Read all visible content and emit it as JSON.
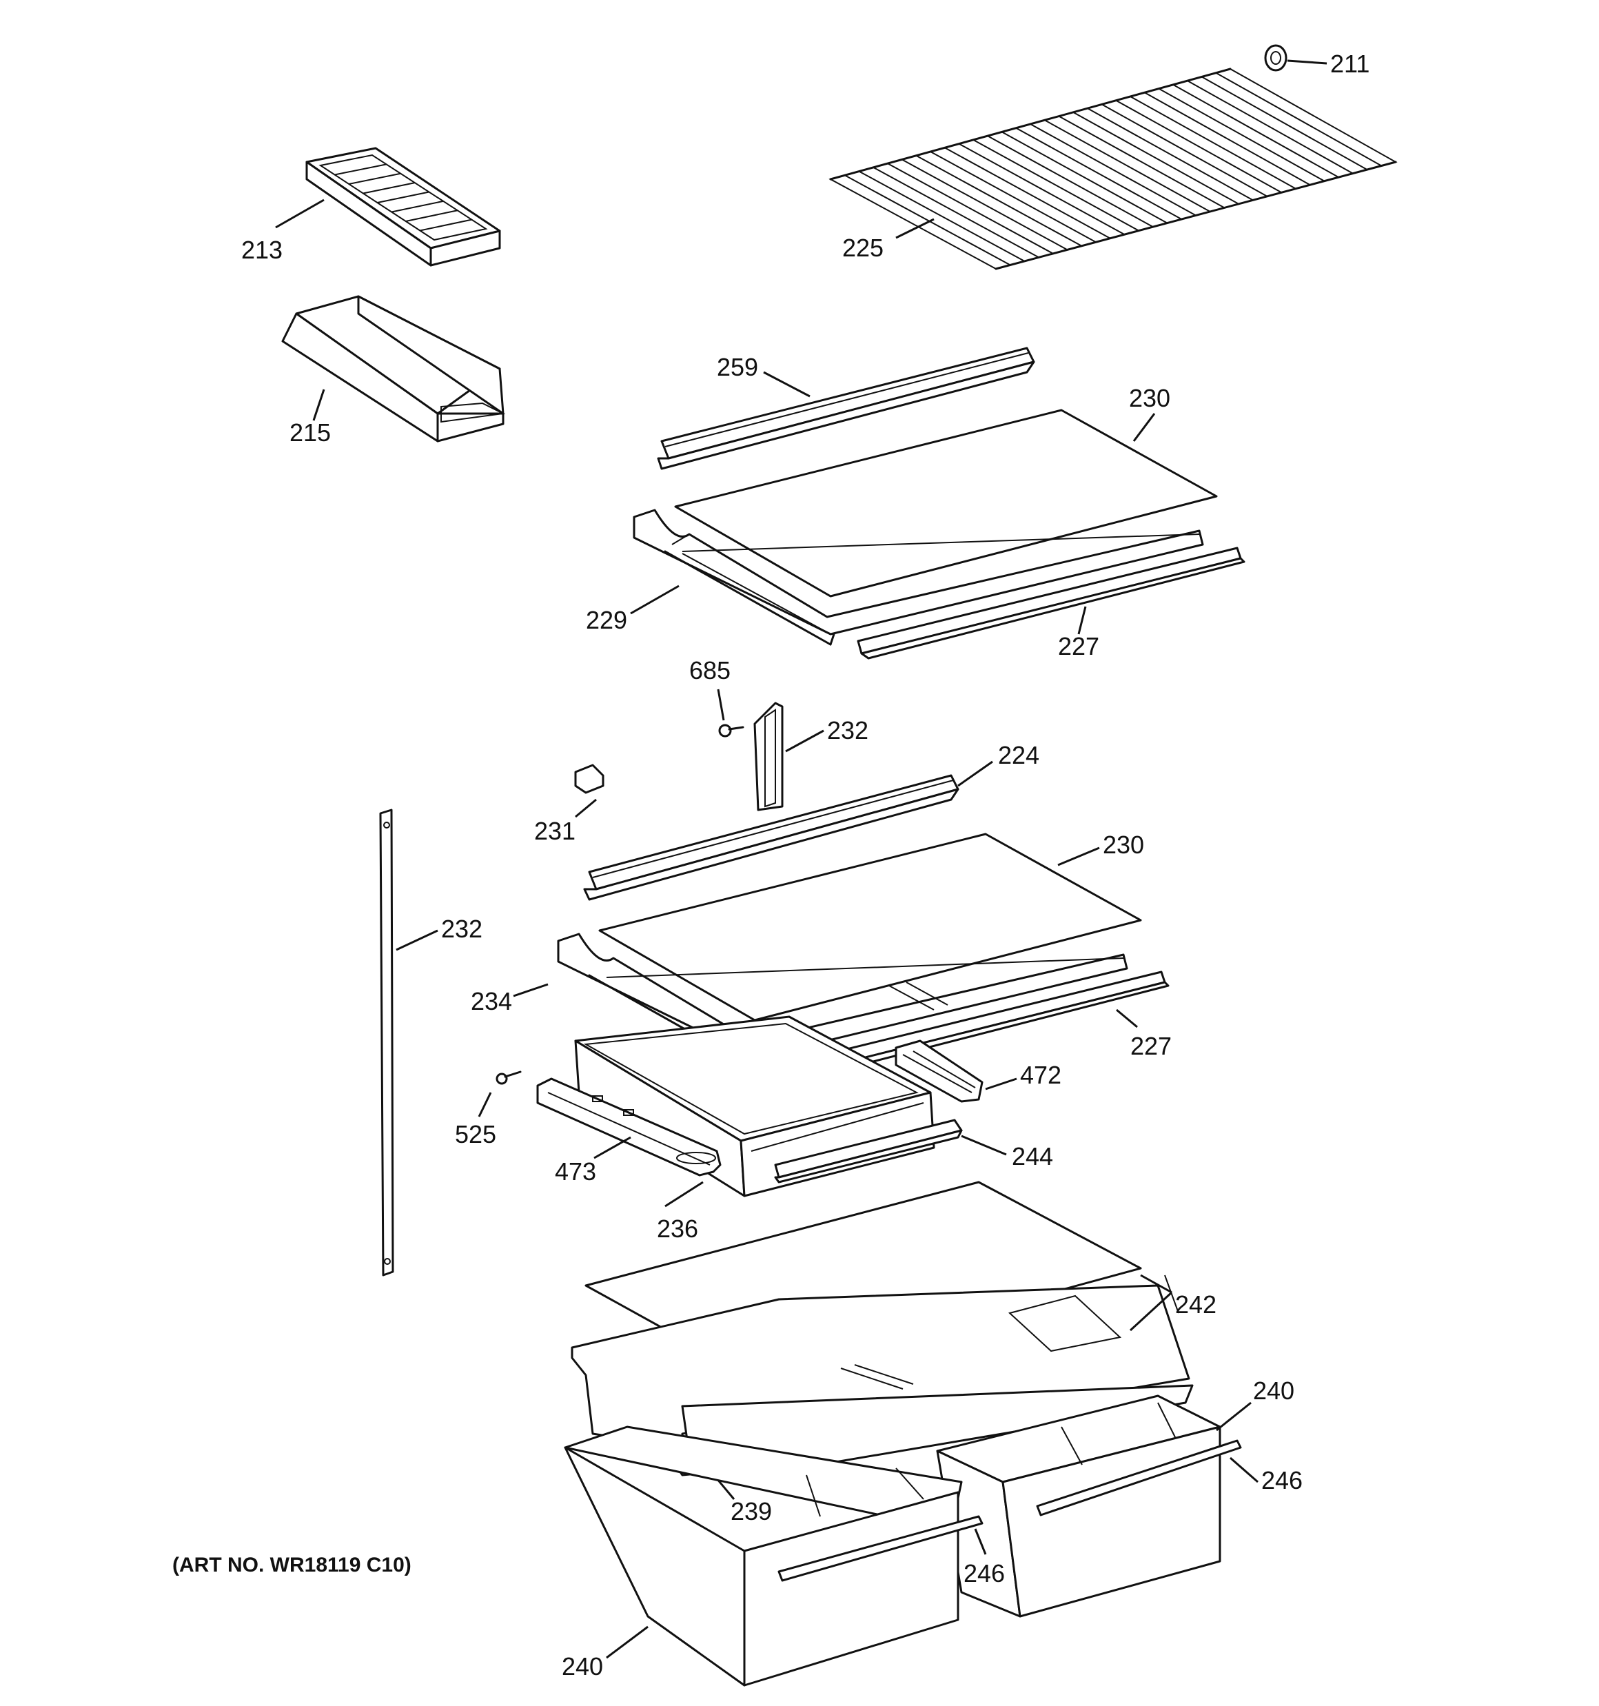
{
  "art_number": "(ART NO. WR18119 C10)",
  "callouts": {
    "c211": "211",
    "c213": "213",
    "c215": "215",
    "c225": "225",
    "c259": "259",
    "c230a": "230",
    "c229": "229",
    "c227a": "227",
    "c685": "685",
    "c232a": "232",
    "c224": "224",
    "c231": "231",
    "c230b": "230",
    "c232b": "232",
    "c234": "234",
    "c227b": "227",
    "c525": "525",
    "c472": "472",
    "c473": "473",
    "c244": "244",
    "c236": "236",
    "c242": "242",
    "c240a": "240",
    "c246a": "246",
    "c239": "239",
    "c246b": "246",
    "c240b": "240"
  }
}
